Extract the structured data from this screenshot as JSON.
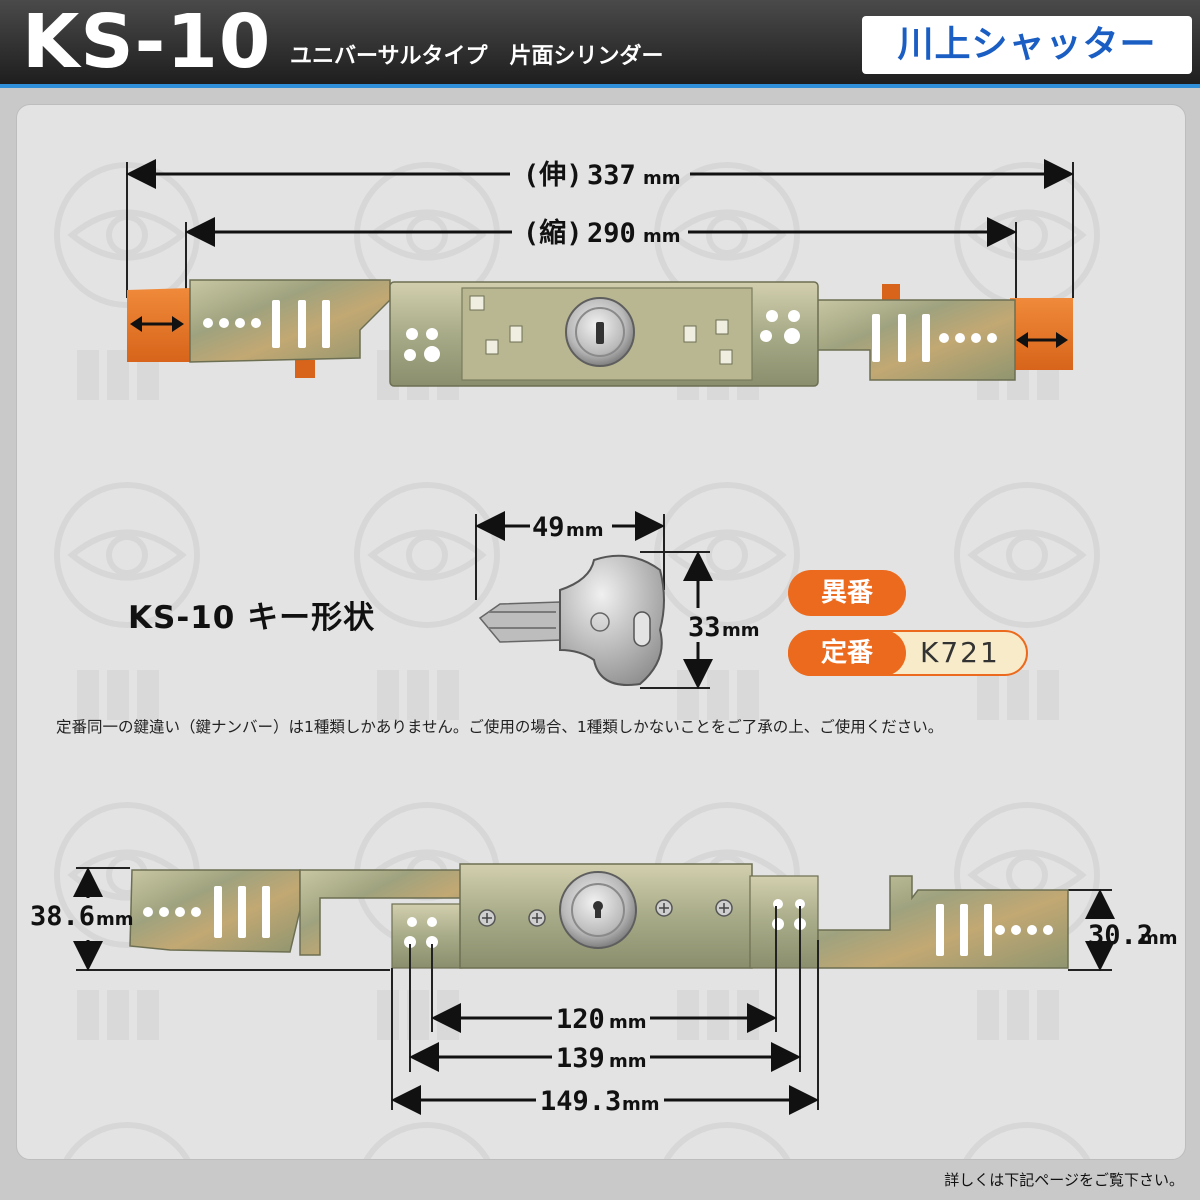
{
  "header": {
    "model": "KS-10",
    "subtitle": "ユニバーサルタイプ　片面シリンダー",
    "brand": "川上シャッター"
  },
  "top_diagram": {
    "extended": {
      "label": "(伸)",
      "value": "337",
      "unit": "mm"
    },
    "retracted": {
      "label": "(縮)",
      "value": "290",
      "unit": "mm"
    }
  },
  "key": {
    "title": "KS-10 キー形状",
    "width": {
      "value": "49",
      "unit": "mm"
    },
    "height": {
      "value": "33",
      "unit": "mm"
    },
    "diff_label": "異番",
    "std_label": "定番",
    "std_value": "K721"
  },
  "notice": "定番同一の鍵違い（鍵ナンバー）は1種類しかありません。ご使用の場合、1種類しかないことをご了承の上、ご使用ください。",
  "bottom_diagram": {
    "left_height": {
      "value": "38.6",
      "unit": "mm"
    },
    "right_height": {
      "value": "30.2",
      "unit": "mm"
    },
    "dim1": {
      "value": "120",
      "unit": "mm"
    },
    "dim2": {
      "value": "139",
      "unit": "mm"
    },
    "dim3": {
      "value": "149.3",
      "unit": "mm"
    }
  },
  "footer": "詳しくは下記ページをご覧下さい。",
  "colors": {
    "accent_orange": "#ec6a1d",
    "brand_blue": "#1a5ec4",
    "stripe_blue": "#2f8fd8"
  }
}
